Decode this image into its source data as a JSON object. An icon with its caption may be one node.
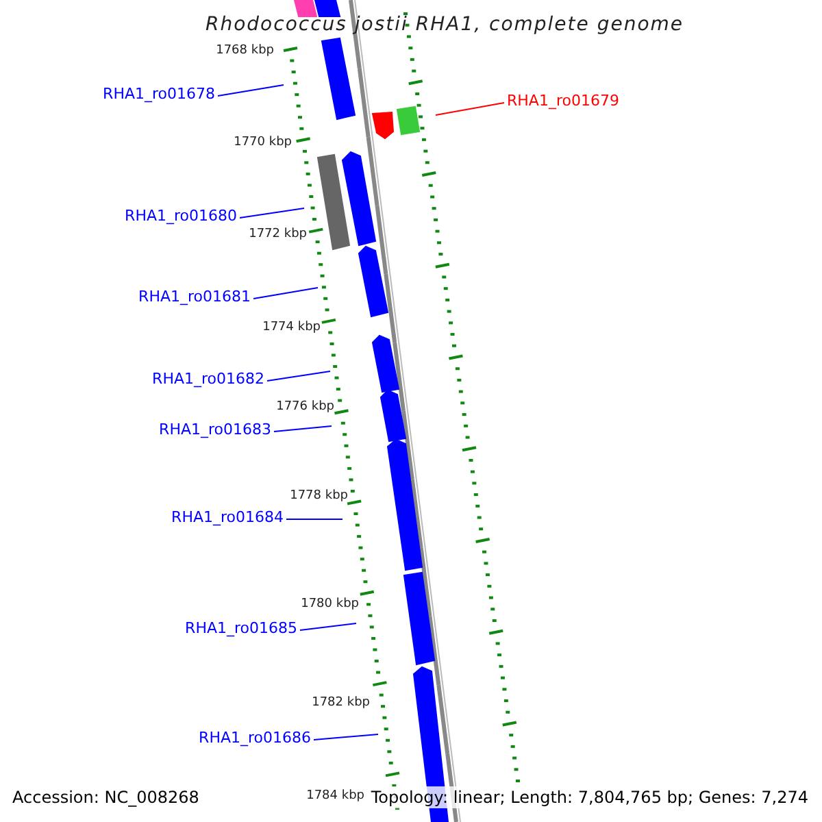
{
  "diagram": {
    "title": "Rhodococcus jostii RHA1, complete genome",
    "nodes": [
      {
        "text": [
          "RHA1_ro01678"
        ]
      },
      {
        "text": [
          "RHA1_ro01679"
        ]
      },
      {
        "text": [
          "RHA1_ro01680"
        ]
      },
      {
        "text": [
          "RHA1_ro01681"
        ]
      },
      {
        "text": [
          "RHA1_ro01682"
        ]
      },
      {
        "text": [
          "RHA1_ro01683"
        ]
      },
      {
        "text": [
          "RHA1_ro01684"
        ]
      },
      {
        "text": [
          "RHA1_ro01685"
        ]
      },
      {
        "text": [
          "RHA1_ro01686"
        ]
      }
    ],
    "edges": [
      {
        "from": 0,
        "to": null,
        "arrow": "none"
      },
      {
        "from": 1,
        "to": null,
        "arrow": "none",
        "color": "#ff0000"
      },
      {
        "from": 2,
        "to": null,
        "arrow": "none"
      },
      {
        "from": 3,
        "to": null,
        "arrow": "none"
      },
      {
        "from": 4,
        "to": null,
        "arrow": "none"
      },
      {
        "from": 5,
        "to": null,
        "arrow": "none"
      },
      {
        "from": 6,
        "to": null,
        "arrow": "none"
      },
      {
        "from": 7,
        "to": null,
        "arrow": "none"
      },
      {
        "from": 8,
        "to": null,
        "arrow": "none"
      }
    ],
    "labels": [
      "1768 kbp",
      "1770 kbp",
      "1772 kbp",
      "1774 kbp",
      "1776 kbp",
      "1778 kbp",
      "1780 kbp",
      "1782 kbp",
      "1784 kbp",
      "Accession: NC_008268",
      "Topology: linear; Length: 7,804,765 bp; Genes: 7,274"
    ]
  }
}
